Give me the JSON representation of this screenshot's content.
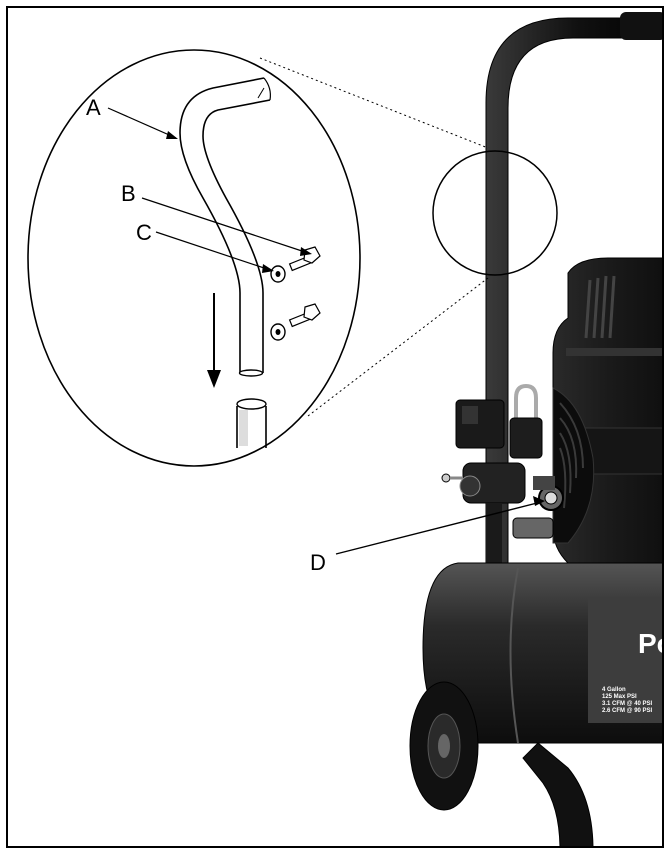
{
  "callouts": {
    "a": "A",
    "b": "B",
    "c": "C",
    "d": "D"
  },
  "decal": {
    "brand_fragment": "Po",
    "lines": [
      "4 Gallon",
      "125 Max PSI",
      "3.1 CFM @ 40 PSI",
      "2.6 CFM @ 90 PSI"
    ]
  },
  "colors": {
    "ink": "#000000",
    "body": "#1a1a1a",
    "tank": "#222222",
    "paper": "#ffffff"
  }
}
